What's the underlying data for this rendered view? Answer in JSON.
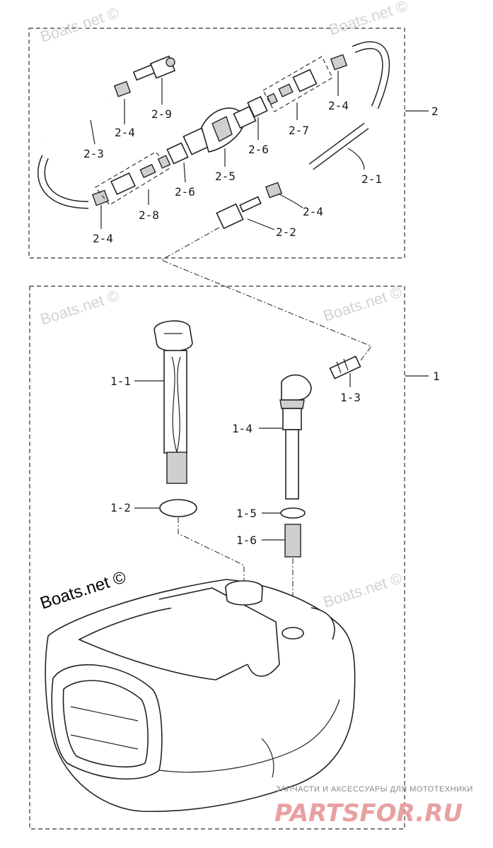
{
  "watermarks": {
    "site": "Boats.net ©",
    "site_large": "Boats.net ©"
  },
  "footer": {
    "subtitle": "ЗАПЧАСТИ И АКСЕССУАРЫ ДЛЯ МОТОТЕХНИКИ",
    "brand": "PARTSFOR.RU"
  },
  "groups": {
    "group_2": "2",
    "group_1": "1"
  },
  "labels": {
    "p2_9": "2-9",
    "p2_4_a": "2-4",
    "p2_3": "2-3",
    "p2_4_b": "2-4",
    "p2_8": "2-8",
    "p2_6_a": "2-6",
    "p2_5": "2-5",
    "p2_6_b": "2-6",
    "p2_7": "2-7",
    "p2_4_c": "2-4",
    "p2_1": "2-1",
    "p2_4_d": "2-4",
    "p2_2": "2-2",
    "p1_1": "1-1",
    "p1_2": "1-2",
    "p1_3": "1-3",
    "p1_4": "1-4",
    "p1_5": "1-5",
    "p1_6": "1-6"
  }
}
